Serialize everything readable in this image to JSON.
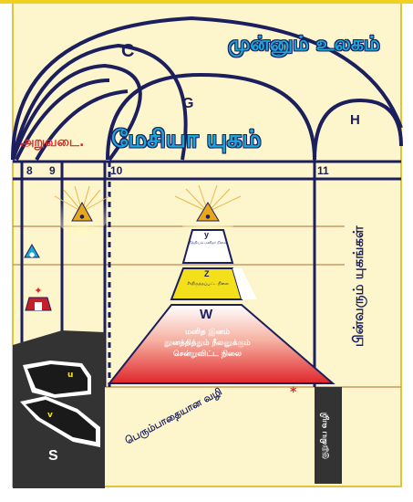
{
  "titles": {
    "top": "முன்னும் உலகம்",
    "mid": "மேசியா யுகம்",
    "left": "அறுவடை.",
    "side": "பின்வரும் யுகங்கள்",
    "bottom_diag": "பெரும்பாதையான வழி",
    "bottom_right": "குறுகிய வழி"
  },
  "letters": {
    "c": "C",
    "g": "G",
    "h": "H",
    "y": "y",
    "z": "Z",
    "w": "W",
    "u": "u",
    "v": "v",
    "s": "S"
  },
  "numbers": {
    "n8": "8",
    "n9": "9",
    "n10": "10",
    "n11": "11"
  },
  "pyramid": {
    "y_text": "நித்தியம் மனிதர் நிலை",
    "z_text": "சீர்திருத்தப்பட்ட நிலை",
    "w_text": [
      "மனித இனம்",
      "நூனத்தித்தும் நீலனுக்கும்",
      "சென்றுவிட்ட நிலை"
    ]
  },
  "colors": {
    "background": "#fdf6cc",
    "navy": "#1c1f5e",
    "cyan": "#1aa7d8",
    "red": "#e0262b",
    "yellow": "#f3e01a",
    "dark": "#333333"
  },
  "icons": [
    "radiant-eye-triangle-icon",
    "small-triangle-icon",
    "red-arch-icon",
    "asterisk-icon"
  ]
}
